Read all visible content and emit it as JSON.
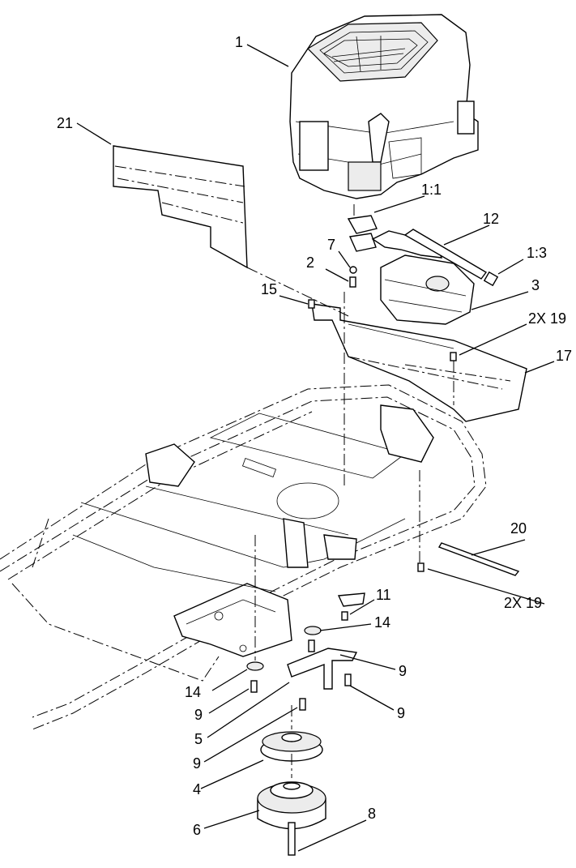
{
  "diagram": {
    "callouts": [
      {
        "id": "c1",
        "text": "1"
      },
      {
        "id": "c21",
        "text": "21"
      },
      {
        "id": "c1-1",
        "text": "1:1"
      },
      {
        "id": "c12",
        "text": "12"
      },
      {
        "id": "c7",
        "text": "7"
      },
      {
        "id": "c2",
        "text": "2"
      },
      {
        "id": "c1-3",
        "text": "1:3"
      },
      {
        "id": "c3",
        "text": "3"
      },
      {
        "id": "c15",
        "text": "15"
      },
      {
        "id": "c2x19a",
        "text": "2X 19"
      },
      {
        "id": "c17",
        "text": "17"
      },
      {
        "id": "c20",
        "text": "20"
      },
      {
        "id": "c2x19b",
        "text": "2X 19"
      },
      {
        "id": "c11",
        "text": "11"
      },
      {
        "id": "c14a",
        "text": "14"
      },
      {
        "id": "c9a",
        "text": "9"
      },
      {
        "id": "c14b",
        "text": "14"
      },
      {
        "id": "c9b",
        "text": "9"
      },
      {
        "id": "c9c",
        "text": "9"
      },
      {
        "id": "c5",
        "text": "5"
      },
      {
        "id": "c9d",
        "text": "9"
      },
      {
        "id": "c4",
        "text": "4"
      },
      {
        "id": "c6",
        "text": "6"
      },
      {
        "id": "c8",
        "text": "8"
      }
    ]
  }
}
